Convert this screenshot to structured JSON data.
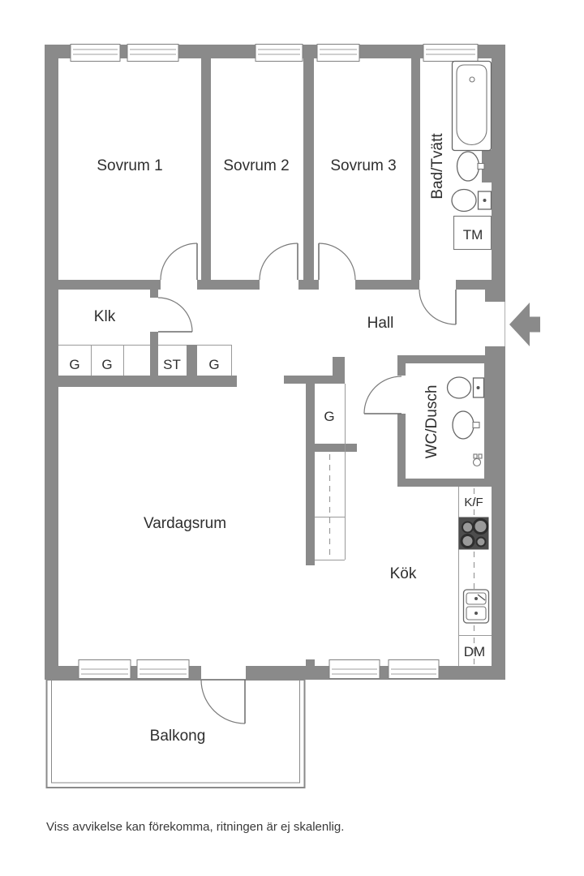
{
  "title": "Floor plan",
  "colors": {
    "wall": "#8a8a8a",
    "fixture_outline": "#666666",
    "thin_line": "#9a9a9a",
    "text": "#2f2f2f",
    "stove_body": "#4d4d4d",
    "burner_fill": "#9a9a9a",
    "burner_ring": "#2e2e2e"
  },
  "rooms": {
    "sovrum1": {
      "label": "Sovrum 1"
    },
    "sovrum2": {
      "label": "Sovrum 2"
    },
    "sovrum3": {
      "label": "Sovrum 3"
    },
    "bad_tvatt": {
      "label": "Bad/Tvätt"
    },
    "klk": {
      "label": "Klk"
    },
    "hall": {
      "label": "Hall"
    },
    "vardagsrum": {
      "label": "Vardagsrum"
    },
    "wc_dusch": {
      "label": "WC/Dusch"
    },
    "kok": {
      "label": "Kök"
    },
    "balkong": {
      "label": "Balkong"
    }
  },
  "storage": {
    "g1": {
      "label": "G"
    },
    "g2": {
      "label": "G"
    },
    "st": {
      "label": "ST"
    },
    "g3": {
      "label": "G"
    },
    "g_kok": {
      "label": "G"
    }
  },
  "appliances": {
    "tm": {
      "label": "TM"
    },
    "kf": {
      "label": "K/F"
    },
    "dm": {
      "label": "DM"
    }
  },
  "icons": {
    "bathtub": "bathtub-icon",
    "bath_sink": "sink-icon",
    "bath_toilet": "toilet-icon",
    "wc_toilet": "toilet-icon",
    "wc_sink": "sink-icon",
    "floor_drain": "floor-drain-icon",
    "stove": "stove-icon",
    "kitchen_sink": "kitchen-sink-icon",
    "entrance": "entrance-arrow-icon"
  },
  "footer": {
    "disclaimer": "Viss avvikelse kan förekomma, ritningen är ej skalenlig."
  }
}
